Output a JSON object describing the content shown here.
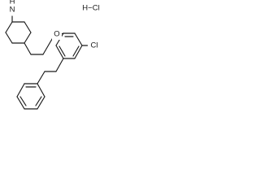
{
  "molecule": {
    "atom_labels": {
      "nitrogen": "N",
      "nitrogen_h": "H",
      "oxygen": "O",
      "chlorine": "Cl"
    },
    "salt_label": "H−Cl"
  }
}
